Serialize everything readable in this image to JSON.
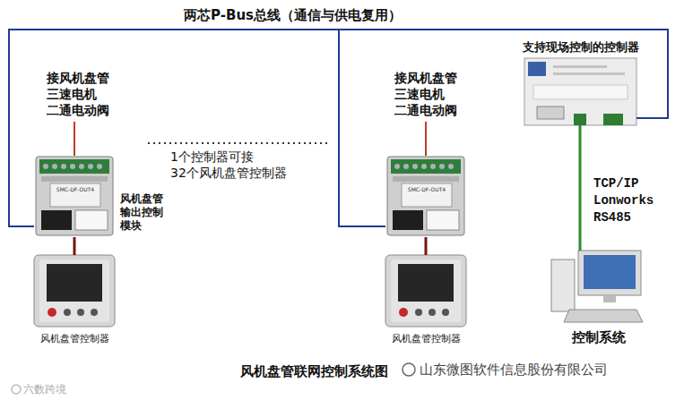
{
  "diagram": {
    "caption": "风机盘管联网控制系统图",
    "nodes": [
      {
        "text": [
          "SMC-DF-OUT4",
          "风机盘管 输出控制 模块"
        ]
      },
      {
        "text": [
          "风机盘管控制器"
        ]
      },
      {
        "text": [
          "SMC-DF-OUT4"
        ]
      },
      {
        "text": [
          "风机盘管控制器"
        ]
      },
      {
        "text": [
          "支持现场控制的控制器"
        ]
      },
      {
        "text": [
          "控制系统"
        ]
      }
    ],
    "edges": [
      {
        "from": 0,
        "to": 1,
        "arrow": "none"
      },
      {
        "from": 2,
        "to": 3,
        "arrow": "none"
      },
      {
        "from": 0,
        "to": 4,
        "arrow": "none"
      },
      {
        "from": 2,
        "to": 4,
        "arrow": "none"
      },
      {
        "from": 4,
        "to": 5,
        "label": "TCP/IP Lonworks RS485",
        "arrow": "none"
      }
    ],
    "labels": [
      "两芯P-Bus总线（通信与供电复用）",
      "接风机盘管 三速电机 二通电动阀",
      "1个控制器可接 32个风机盘管控制器",
      "接风机盘管 三速电机 二通电动阀",
      "山东微图软件信息股份有限公司",
      "六数跨境"
    ]
  }
}
